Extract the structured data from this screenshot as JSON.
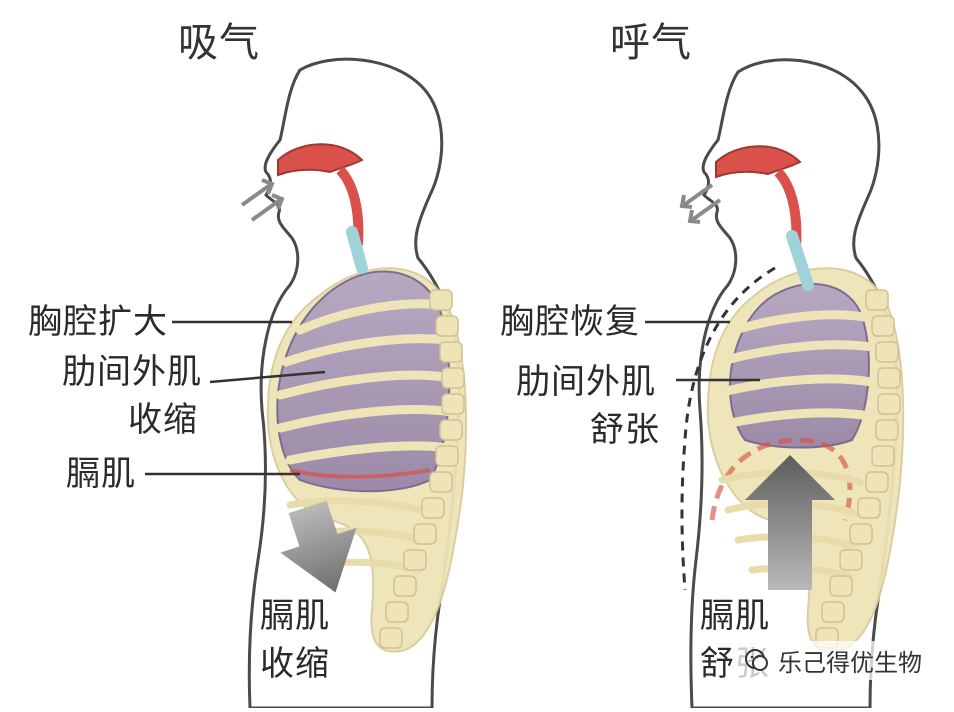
{
  "inhale": {
    "title": "吸气",
    "labels": {
      "chest": "胸腔扩大",
      "intercostal_line1": "肋间外肌",
      "intercostal_line2": "收缩",
      "diaphragm": "膈肌",
      "diaphragm_bottom_line1": "膈肌",
      "diaphragm_bottom_line2": "收缩"
    }
  },
  "exhale": {
    "title": "呼气",
    "labels": {
      "chest": "胸腔恢复",
      "intercostal_line1": "肋间外肌",
      "intercostal_line2": "舒张",
      "diaphragm_bottom_line1": "膈肌",
      "diaphragm_bottom_line2": "舒张"
    }
  },
  "watermark": {
    "text": "乐己得优生物",
    "icon": "wechat-icon"
  },
  "colors": {
    "outline": "#4a4a4a",
    "lung": "#9a8aa6",
    "lung_dark": "#6f5c80",
    "ribs": "#efe4b8",
    "airway": "#d9514a",
    "trachea": "#9fd3da",
    "diaphragm": "#d9514a",
    "arrow": "#7d7d7d"
  }
}
